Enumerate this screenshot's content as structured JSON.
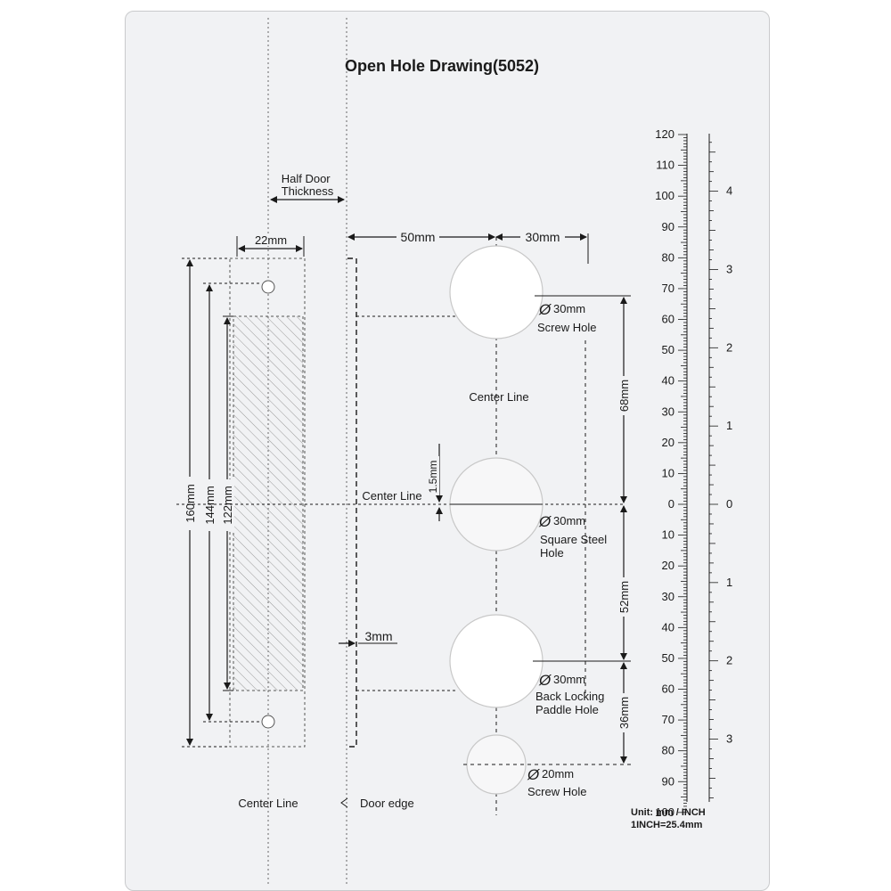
{
  "title": "Open Hole Drawing(5052)",
  "labels": {
    "half_door_thickness": [
      "Half Door",
      "Thickness"
    ],
    "dim_22": "22mm",
    "dim_50": "50mm",
    "dim_30_top": "30mm",
    "dim_160": "160mm",
    "dim_144": "144mm",
    "dim_122": "122mm",
    "center_line_mid": "Center Line",
    "center_line_left": "Center Line",
    "center_line_bottom": "Center Line",
    "dim_1_5": "1.5mm",
    "dim_68": "68mm",
    "dim_52": "52mm",
    "dim_36": "36mm",
    "dim_3": "3mm",
    "door_edge": "Door edge"
  },
  "holes": [
    {
      "diameter": "30mm",
      "name": [
        "Screw Hole"
      ]
    },
    {
      "diameter": "30mm",
      "name": [
        "Square Steel",
        "Hole"
      ]
    },
    {
      "diameter": "30mm",
      "name": [
        "Back Locking",
        "Paddle Hole"
      ]
    },
    {
      "diameter": "20mm",
      "name": [
        "Screw Hole"
      ]
    }
  ],
  "ruler": {
    "mm_labels": [
      "120",
      "110",
      "100",
      "90",
      "80",
      "70",
      "60",
      "50",
      "40",
      "30",
      "20",
      "10",
      "0",
      "10",
      "20",
      "30",
      "40",
      "50",
      "60",
      "70",
      "80",
      "90",
      "100"
    ],
    "inch_labels": [
      "4",
      "3",
      "2",
      "1",
      "0",
      "1",
      "2",
      "3"
    ],
    "unit_text": "Unit:  mm / INCH",
    "conversion_text": "1INCH=25.4mm"
  },
  "colors": {
    "sheet": "#f1f2f4",
    "line": "#1a1a1a",
    "hatch": "#9a9a9a"
  }
}
